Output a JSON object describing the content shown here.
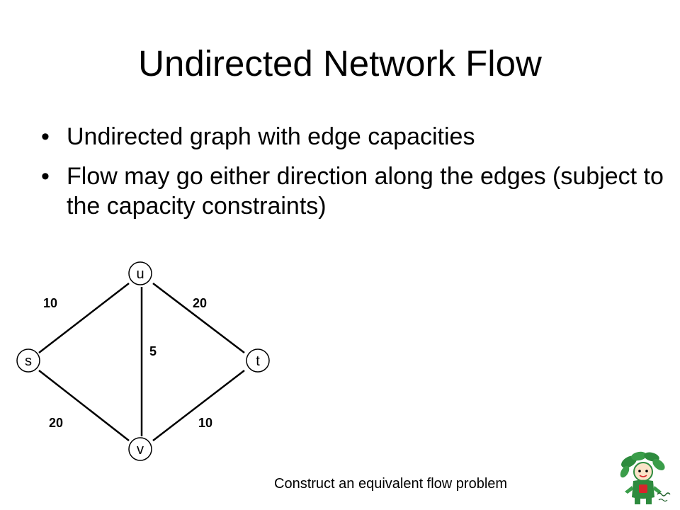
{
  "slide": {
    "title": "Undirected Network Flow",
    "bullet_symbol": "•",
    "bullets": [
      "Undirected graph with edge capacities",
      "Flow may go either direction along the edges (subject to the capacity constraints)"
    ],
    "caption": "Construct an equivalent flow problem"
  },
  "graph": {
    "nodes": {
      "s": "s",
      "u": "u",
      "v": "v",
      "t": "t"
    },
    "edges": {
      "s_u": "10",
      "u_t": "20",
      "u_v": "5",
      "s_v": "20",
      "v_t": "10"
    }
  },
  "colors": {
    "ink": "#000000",
    "background": "#ffffff",
    "mascot_green": "#2e8b3e",
    "mascot_red": "#d6262b"
  }
}
